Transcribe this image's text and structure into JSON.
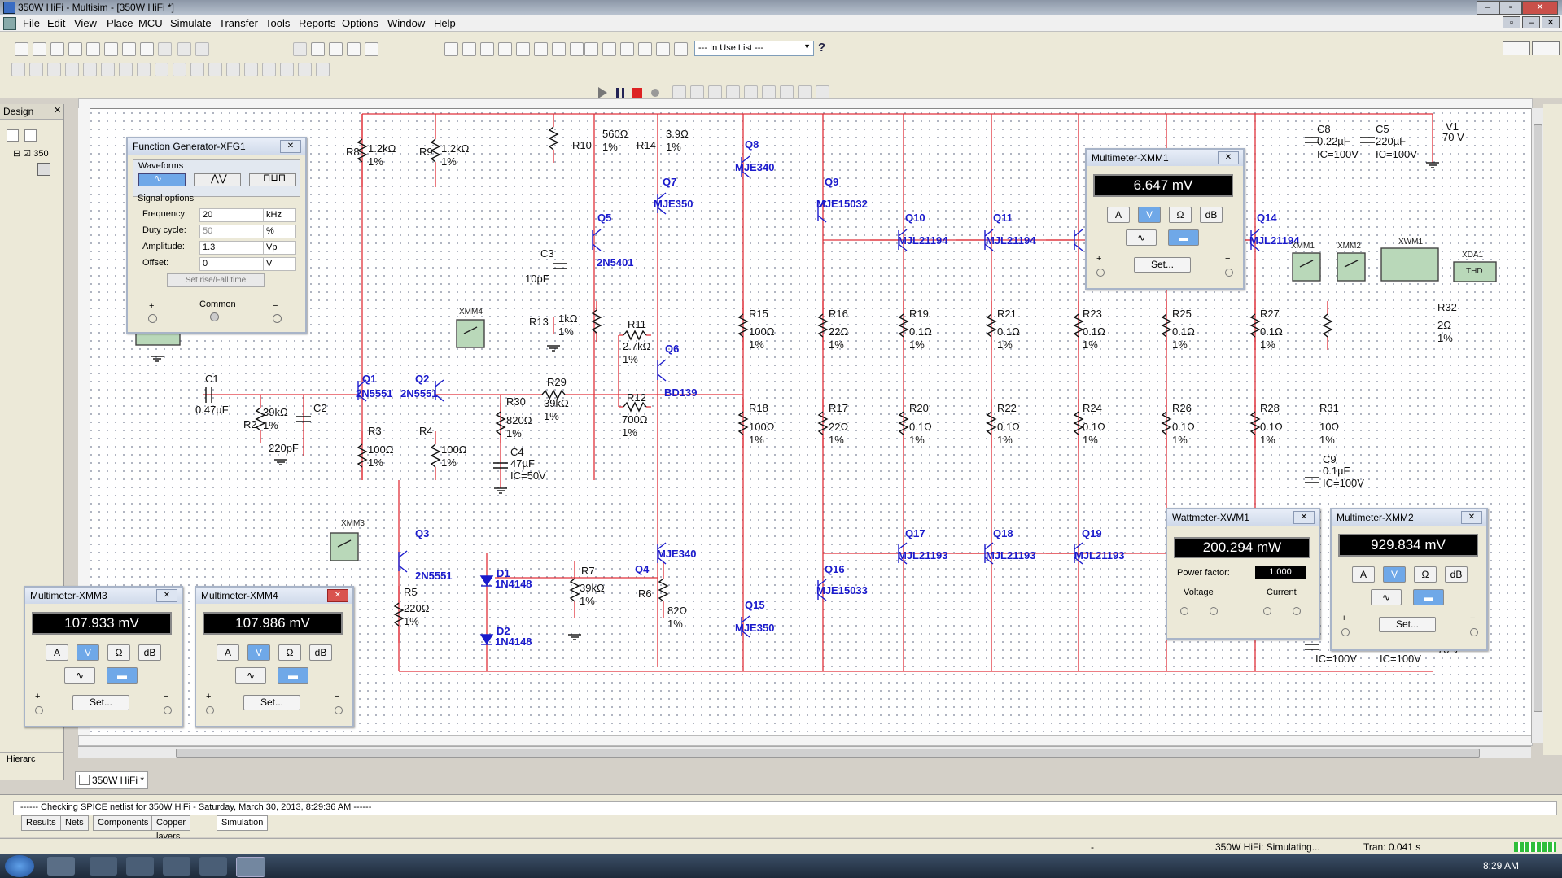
{
  "window": {
    "title": "350W HiFi - Multisim - [350W HiFi *]"
  },
  "menu": [
    "File",
    "Edit",
    "View",
    "Place",
    "MCU",
    "Simulate",
    "Transfer",
    "Tools",
    "Reports",
    "Options",
    "Window",
    "Help"
  ],
  "toolbar": {
    "in_use_list": "--- In Use List ---",
    "help_glyph": "?"
  },
  "design_panel": {
    "title": "Design",
    "node": "350"
  },
  "schematic": {
    "tab": "350W HiFi *",
    "hierarchy_tab": "Hierarc",
    "colors": {
      "wire": "#e0313a",
      "part": "#1a1acc",
      "text": "#111111"
    },
    "components": [
      {
        "ref": "R8",
        "value": "1.2kΩ",
        "tol": "1%"
      },
      {
        "ref": "R9",
        "value": "1.2kΩ",
        "tol": "1%"
      },
      {
        "ref": "R10",
        "value": "560Ω",
        "tol": "1%"
      },
      {
        "ref": "R14",
        "value": "3.9Ω",
        "tol": "1%"
      },
      {
        "ref": "Q8",
        "value": "MJE340"
      },
      {
        "ref": "Q7",
        "value": "MJE350"
      },
      {
        "ref": "Q5",
        "value": "2N5401"
      },
      {
        "ref": "C3",
        "value": "10pF"
      },
      {
        "ref": "Q9",
        "value": "MJE15032"
      },
      {
        "ref": "Q10",
        "value": "MJL21194"
      },
      {
        "ref": "Q11",
        "value": "MJL21194"
      },
      {
        "ref": "Q14",
        "value": "MJL21194"
      },
      {
        "ref": "C8",
        "value": "0.22µF",
        "ic": "IC=100V"
      },
      {
        "ref": "C5",
        "value": "220µF",
        "ic": "IC=100V"
      },
      {
        "ref": "V1",
        "value": "70 V"
      },
      {
        "ref": "R13",
        "value": "1kΩ",
        "tol": "1%"
      },
      {
        "ref": "R11",
        "value": "2.7kΩ",
        "tol": "1%"
      },
      {
        "ref": "Q6",
        "value": "BD139"
      },
      {
        "ref": "R12",
        "value": "700Ω",
        "tol": "1%"
      },
      {
        "ref": "R15",
        "value": "100Ω",
        "tol": "1%"
      },
      {
        "ref": "R16",
        "value": "22Ω",
        "tol": "1%"
      },
      {
        "ref": "R19",
        "value": "0.1Ω",
        "tol": "1%"
      },
      {
        "ref": "R21",
        "value": "0.1Ω",
        "tol": "1%"
      },
      {
        "ref": "R23",
        "value": "0.1Ω",
        "tol": "1%"
      },
      {
        "ref": "R25",
        "value": "0.1Ω",
        "tol": "1%"
      },
      {
        "ref": "R27",
        "value": "0.1Ω",
        "tol": "1%"
      },
      {
        "ref": "R32",
        "value": "2Ω",
        "tol": "1%"
      },
      {
        "ref": "C1",
        "value": "0.47µF"
      },
      {
        "ref": "R2",
        "value": "39kΩ",
        "tol": "1%"
      },
      {
        "ref": "C2",
        "value": "220pF"
      },
      {
        "ref": "Q1",
        "value": "2N5551"
      },
      {
        "ref": "Q2",
        "value": "2N5551"
      },
      {
        "ref": "R3",
        "value": "100Ω",
        "tol": "1%"
      },
      {
        "ref": "R4",
        "value": "100Ω",
        "tol": "1%"
      },
      {
        "ref": "R30",
        "value": "820Ω",
        "tol": "1%"
      },
      {
        "ref": "R29",
        "value": "39kΩ",
        "tol": "1%"
      },
      {
        "ref": "C4",
        "value": "47µF",
        "ic": "IC=50V"
      },
      {
        "ref": "R18",
        "value": "100Ω",
        "tol": "1%"
      },
      {
        "ref": "R17",
        "value": "22Ω",
        "tol": "1%"
      },
      {
        "ref": "R20",
        "value": "0.1Ω",
        "tol": "1%"
      },
      {
        "ref": "R22",
        "value": "0.1Ω",
        "tol": "1%"
      },
      {
        "ref": "R24",
        "value": "0.1Ω",
        "tol": "1%"
      },
      {
        "ref": "R26",
        "value": "0.1Ω",
        "tol": "1%"
      },
      {
        "ref": "R28",
        "value": "0.1Ω",
        "tol": "1%"
      },
      {
        "ref": "R31",
        "value": "10Ω",
        "tol": "1%"
      },
      {
        "ref": "C9",
        "value": "0.1µF",
        "ic": "IC=100V"
      },
      {
        "ref": "Q3",
        "value": "2N5551"
      },
      {
        "ref": "R5",
        "value": "220Ω",
        "tol": "1%"
      },
      {
        "ref": "D1",
        "value": "1N4148"
      },
      {
        "ref": "D2",
        "value": "1N4148"
      },
      {
        "ref": "R7",
        "value": "39kΩ",
        "tol": "1%"
      },
      {
        "ref": "Q4",
        "value": "MJE340"
      },
      {
        "ref": "R6",
        "value": "82Ω",
        "tol": "1%"
      },
      {
        "ref": "Q15",
        "value": "MJE350"
      },
      {
        "ref": "Q16",
        "value": "MJE15033"
      },
      {
        "ref": "Q17",
        "value": "MJL21193"
      },
      {
        "ref": "Q18",
        "value": "MJL21193"
      },
      {
        "ref": "Q19",
        "value": "MJL21193"
      }
    ],
    "instrument_labels": [
      "XMM4",
      "XMM3",
      "XMM1",
      "XMM2",
      "XWM1",
      "XDA1",
      "THD"
    ],
    "bottom_cap_labels": [
      "IC=100V",
      "IC=100V",
      "70 V"
    ]
  },
  "function_generator": {
    "title": "Function Generator-XFG1",
    "waveforms_label": "Waveforms",
    "signal_options_label": "Signal options",
    "fields": [
      {
        "label": "Frequency:",
        "value": "20",
        "unit": "kHz"
      },
      {
        "label": "Duty cycle:",
        "value": "50",
        "unit": "%"
      },
      {
        "label": "Amplitude:",
        "value": "1.3",
        "unit": "Vp"
      },
      {
        "label": "Offset:",
        "value": "0",
        "unit": "V"
      }
    ],
    "rise_fall_button": "Set rise/Fall time",
    "plus": "+",
    "common": "Common",
    "minus": "−"
  },
  "meters": {
    "xmm1": {
      "title": "Multimeter-XMM1",
      "reading": "6.647 mV"
    },
    "xmm2": {
      "title": "Multimeter-XMM2",
      "reading": "929.834 mV"
    },
    "xmm3": {
      "title": "Multimeter-XMM3",
      "reading": "107.933 mV"
    },
    "xmm4": {
      "title": "Multimeter-XMM4",
      "reading": "107.986 mV"
    },
    "buttons": {
      "a": "A",
      "v": "V",
      "ohm": "Ω",
      "db": "dB",
      "set": "Set...",
      "plus": "+",
      "minus": "−"
    }
  },
  "wattmeter": {
    "title": "Wattmeter-XWM1",
    "reading": "200.294 mW",
    "pf_label": "Power factor:",
    "pf_value": "1.000",
    "voltage": "Voltage",
    "current": "Current"
  },
  "spice_output": "------ Checking SPICE netlist for 350W HiFi - Saturday, March 30, 2013, 8:29:36 AM ------",
  "result_tabs": [
    "Results",
    "Nets",
    "Components",
    "Copper layers",
    "Simulation"
  ],
  "status": {
    "dash": "-",
    "simulating": "350W HiFi: Simulating...",
    "tran": "Tran: 0.041 s"
  },
  "taskbar": {
    "clock": "8:29 AM"
  }
}
